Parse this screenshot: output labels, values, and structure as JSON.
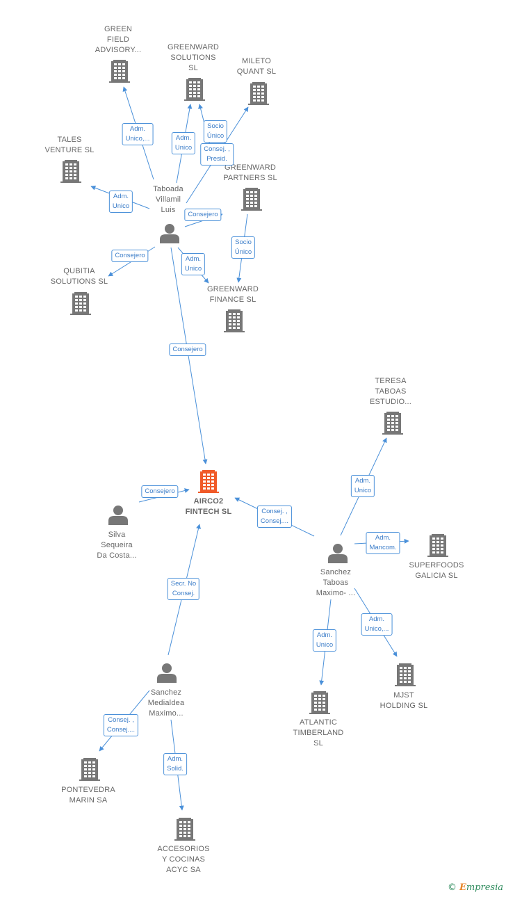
{
  "colors": {
    "edge": "#4a90d9",
    "building": "#777777",
    "focus_building": "#f05a28",
    "person": "#777777"
  },
  "nodes": [
    {
      "id": "airco2",
      "type": "company",
      "focus": true,
      "label": "AIRCO2\nFINTECH  SL"
    },
    {
      "id": "taboada",
      "type": "person",
      "label": "Taboada\nVillamil\nLuis"
    },
    {
      "id": "green_field",
      "type": "company",
      "label": "GREEN\nFIELD\nADVISORY..."
    },
    {
      "id": "greenward_solutions",
      "type": "company",
      "label": "GREENWARD\nSOLUTIONS\nSL"
    },
    {
      "id": "mileto",
      "type": "company",
      "label": "MILETO\nQUANT  SL"
    },
    {
      "id": "tales",
      "type": "company",
      "label": "TALES\nVENTURE  SL"
    },
    {
      "id": "greenward_partners",
      "type": "company",
      "label": "GREENWARD\nPARTNERS  SL"
    },
    {
      "id": "qubitia",
      "type": "company",
      "label": "QUBITIA\nSOLUTIONS SL"
    },
    {
      "id": "greenward_finance",
      "type": "company",
      "label": "GREENWARD\nFINANCE  SL"
    },
    {
      "id": "teresa",
      "type": "company",
      "label": "TERESA\nTABOAS\nESTUDIO..."
    },
    {
      "id": "silva",
      "type": "person",
      "label": "Silva\nSequeira\nDa Costa..."
    },
    {
      "id": "sanchez_taboas",
      "type": "person",
      "label": "Sanchez\nTaboas\nMaximo- ..."
    },
    {
      "id": "superfoods",
      "type": "company",
      "label": "SUPERFOODS\nGALICIA  SL"
    },
    {
      "id": "sanchez_medialdea",
      "type": "person",
      "label": "Sanchez\nMedialdea\nMaximo..."
    },
    {
      "id": "mjst",
      "type": "company",
      "label": "MJST\nHOLDING  SL"
    },
    {
      "id": "atlantic",
      "type": "company",
      "label": "ATLANTIC\nTIMBERLAND\nSL"
    },
    {
      "id": "pontevedra",
      "type": "company",
      "label": "PONTEVEDRA\nMARIN SA"
    },
    {
      "id": "accesorios",
      "type": "company",
      "label": "ACCESORIOS\nY COCINAS\nACYC SA"
    }
  ],
  "edges": [
    {
      "id": "e1",
      "from": "taboada",
      "to": "green_field",
      "label": "Adm.\nUnico,..."
    },
    {
      "id": "e2",
      "from": "taboada",
      "to": "greenward_solutions",
      "label": "Adm.\nUnico"
    },
    {
      "id": "e3",
      "from": "taboada",
      "to": "greenward_solutions",
      "label": "Socio\nÚnico"
    },
    {
      "id": "e4",
      "from": "taboada",
      "to": "mileto",
      "label": "Consej. ,\nPresid."
    },
    {
      "id": "e5",
      "from": "taboada",
      "to": "tales",
      "label": "Adm.\nUnico"
    },
    {
      "id": "e6",
      "from": "taboada",
      "to": "greenward_partners",
      "label": "Consejero"
    },
    {
      "id": "e7",
      "from": "taboada",
      "to": "qubitia",
      "label": "Consejero"
    },
    {
      "id": "e8",
      "from": "taboada",
      "to": "greenward_finance",
      "label": "Adm.\nUnico"
    },
    {
      "id": "e9",
      "from": "greenward_partners",
      "to": "greenward_finance",
      "label": "Socio\nÚnico"
    },
    {
      "id": "e10",
      "from": "taboada",
      "to": "airco2",
      "label": "Consejero"
    },
    {
      "id": "e11",
      "from": "silva",
      "to": "airco2",
      "label": "Consejero"
    },
    {
      "id": "e12",
      "from": "sanchez_taboas",
      "to": "airco2",
      "label": "Consej. ,\nConsej...."
    },
    {
      "id": "e13",
      "from": "sanchez_taboas",
      "to": "teresa",
      "label": "Adm.\nUnico"
    },
    {
      "id": "e14",
      "from": "sanchez_taboas",
      "to": "superfoods",
      "label": "Adm.\nMancom."
    },
    {
      "id": "e15",
      "from": "sanchez_taboas",
      "to": "mjst",
      "label": "Adm.\nUnico,..."
    },
    {
      "id": "e16",
      "from": "sanchez_taboas",
      "to": "atlantic",
      "label": "Adm.\nUnico"
    },
    {
      "id": "e17",
      "from": "sanchez_medialdea",
      "to": "airco2",
      "label": "Secr.  No\nConsej."
    },
    {
      "id": "e18",
      "from": "sanchez_medialdea",
      "to": "pontevedra",
      "label": "Consej. ,\nConsej...."
    },
    {
      "id": "e19",
      "from": "sanchez_medialdea",
      "to": "accesorios",
      "label": "Adm.\nSolid."
    }
  ],
  "footer": {
    "copyright_symbol": "©",
    "brand_first": "E",
    "brand_rest": "mpresia"
  }
}
